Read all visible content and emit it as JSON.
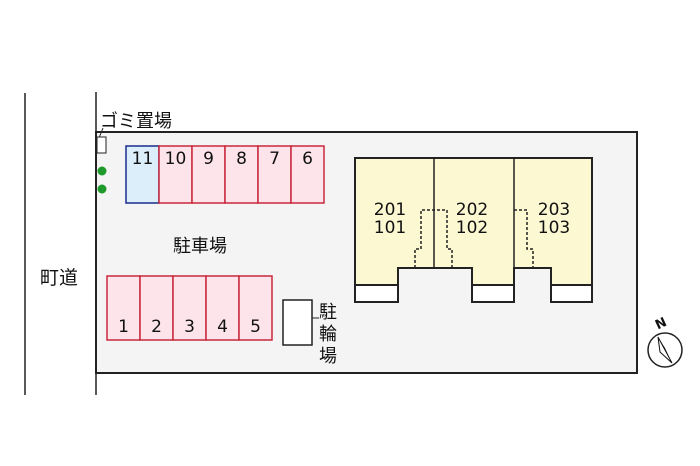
{
  "road_label": "町道",
  "garbage_label": "ゴミ置場",
  "parking_label": "駐車場",
  "bicycle_label": [
    "駐",
    "輪",
    "場"
  ],
  "parking_top": [
    "11",
    "10",
    "9",
    "8",
    "7",
    "6"
  ],
  "parking_bottom": [
    "1",
    "2",
    "3",
    "4",
    "5"
  ],
  "units": [
    {
      "upper": "201",
      "lower": "101"
    },
    {
      "upper": "202",
      "lower": "102"
    },
    {
      "upper": "203",
      "lower": "103"
    }
  ],
  "compass_label": "N",
  "colors": {
    "site": "#f4f4f4",
    "building": "#fbf8d2",
    "parking_fill": "#fce4ea",
    "parking_stroke": "#c8283c",
    "special_fill": "#dbeefa",
    "special_stroke": "#1a2d8c",
    "tree": "#1e9a2a"
  }
}
